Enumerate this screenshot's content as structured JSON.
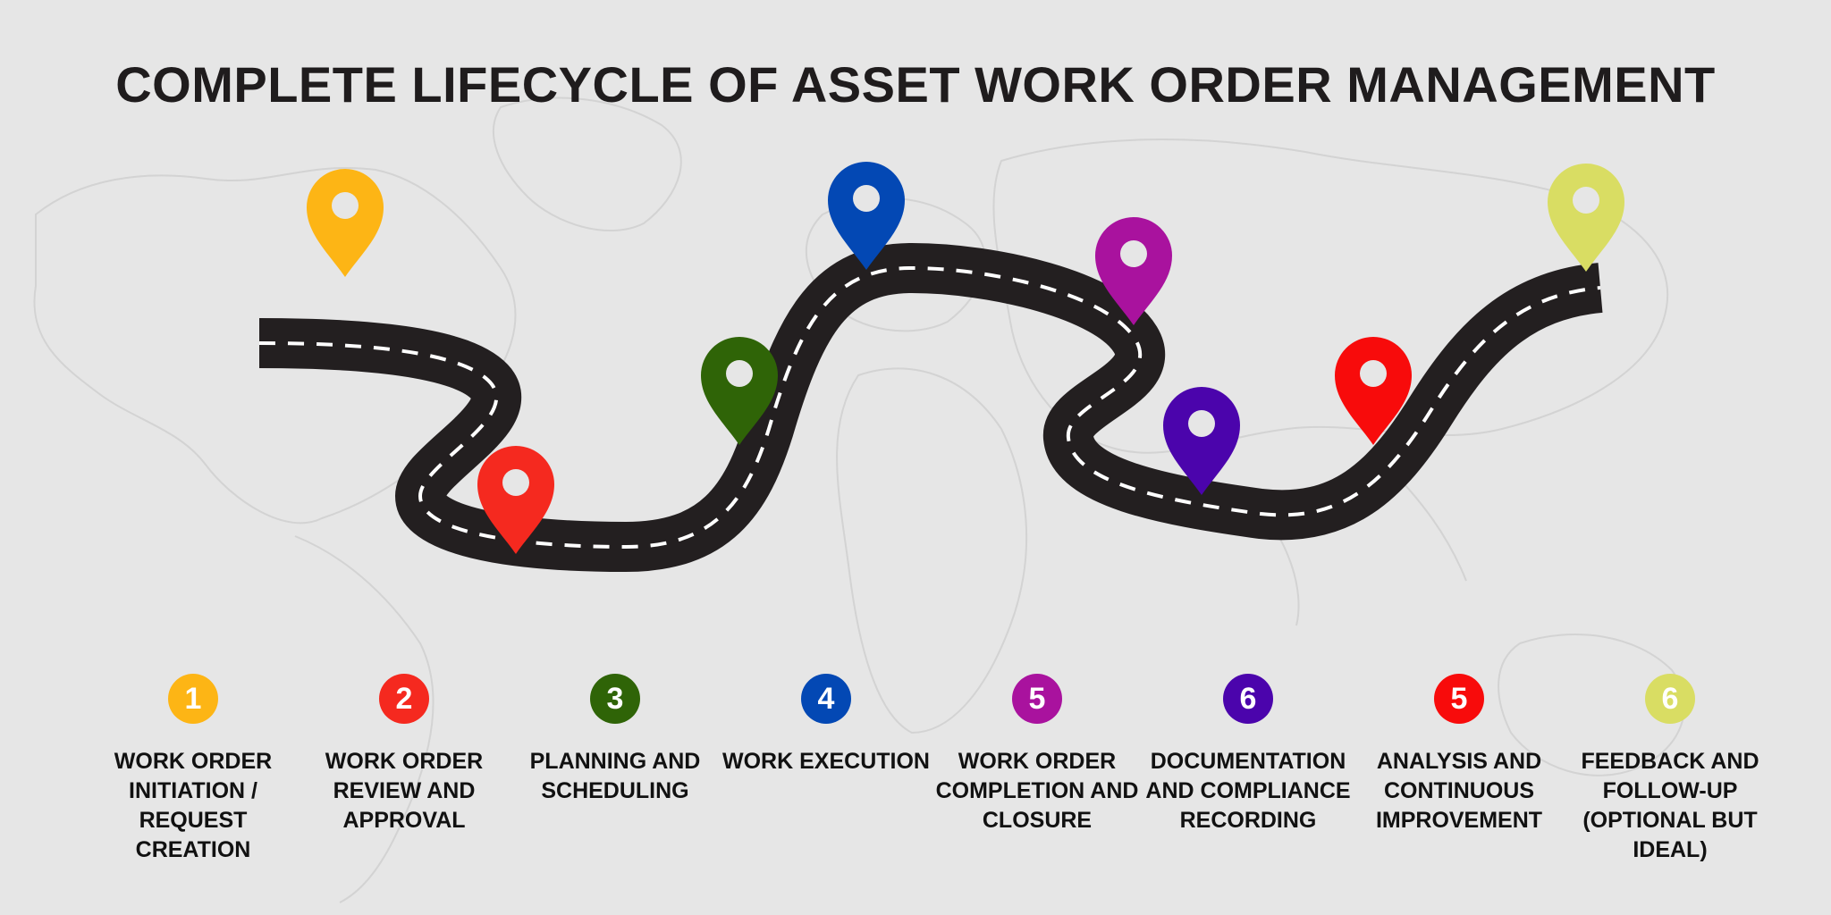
{
  "title": "COMPLETE LIFECYCLE OF ASSET WORK ORDER MANAGEMENT",
  "colors": {
    "background": "#e6e6e6",
    "road": "#231f20",
    "lane_marking": "#ffffff",
    "title": "#1f1c1d"
  },
  "steps": [
    {
      "number": "1",
      "label": "WORK ORDER INITIATION / REQUEST CREATION",
      "color": "#fdb515"
    },
    {
      "number": "2",
      "label": "WORK ORDER REVIEW AND APPROVAL",
      "color": "#f5291f"
    },
    {
      "number": "3",
      "label": "PLANNING AND SCHEDULING",
      "color": "#2f6407"
    },
    {
      "number": "4",
      "label": "WORK EXECUTION",
      "color": "#0348b4"
    },
    {
      "number": "5",
      "label": "WORK ORDER COMPLETION AND CLOSURE",
      "color": "#a9129e"
    },
    {
      "number": "6",
      "label": "DOCUMENTATION AND COMPLIANCE RECORDING",
      "color": "#4b04ac"
    },
    {
      "number": "5",
      "label": "ANALYSIS AND CONTINUOUS IMPROVEMENT",
      "color": "#f80b0b"
    },
    {
      "number": "6",
      "label": "FEEDBACK AND FOLLOW-UP (OPTIONAL BUT IDEAL)",
      "color": "#d9dd63"
    }
  ]
}
